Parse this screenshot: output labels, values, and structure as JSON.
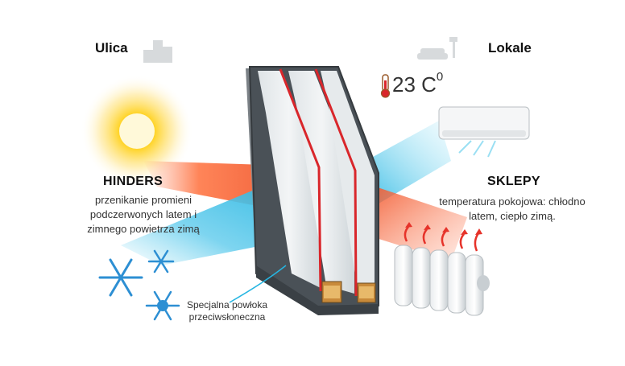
{
  "header": {
    "street_label": "Ulica",
    "room_label": "Lokale"
  },
  "temperature": {
    "value": "23 C",
    "unit_sup": "0"
  },
  "left_panel": {
    "title": "HINDERS",
    "description_lines": [
      "przenikanie promieni",
      "podczerwonych latem i",
      "zimnego powietrza zimą"
    ]
  },
  "right_panel": {
    "title": "SKLEPY",
    "description_lines": [
      "temperatura pokojowa: chłodno",
      "latem, ciepło zimą."
    ]
  },
  "coating": {
    "lines": [
      "Specjalna powłoka",
      "przeciwsłoneczna"
    ]
  },
  "colors": {
    "sun": "#ffd21f",
    "warm_beam": "#f0562b",
    "cold_beam": "#26b6e2",
    "frame": "#4a5157",
    "seal": "#d9262b"
  },
  "icons": [
    "buildings-icon",
    "sofa-icon",
    "thermometer-icon",
    "sun-icon",
    "snowflake-icon",
    "air-conditioner-icon",
    "radiator-icon",
    "heat-arrow-icon"
  ]
}
